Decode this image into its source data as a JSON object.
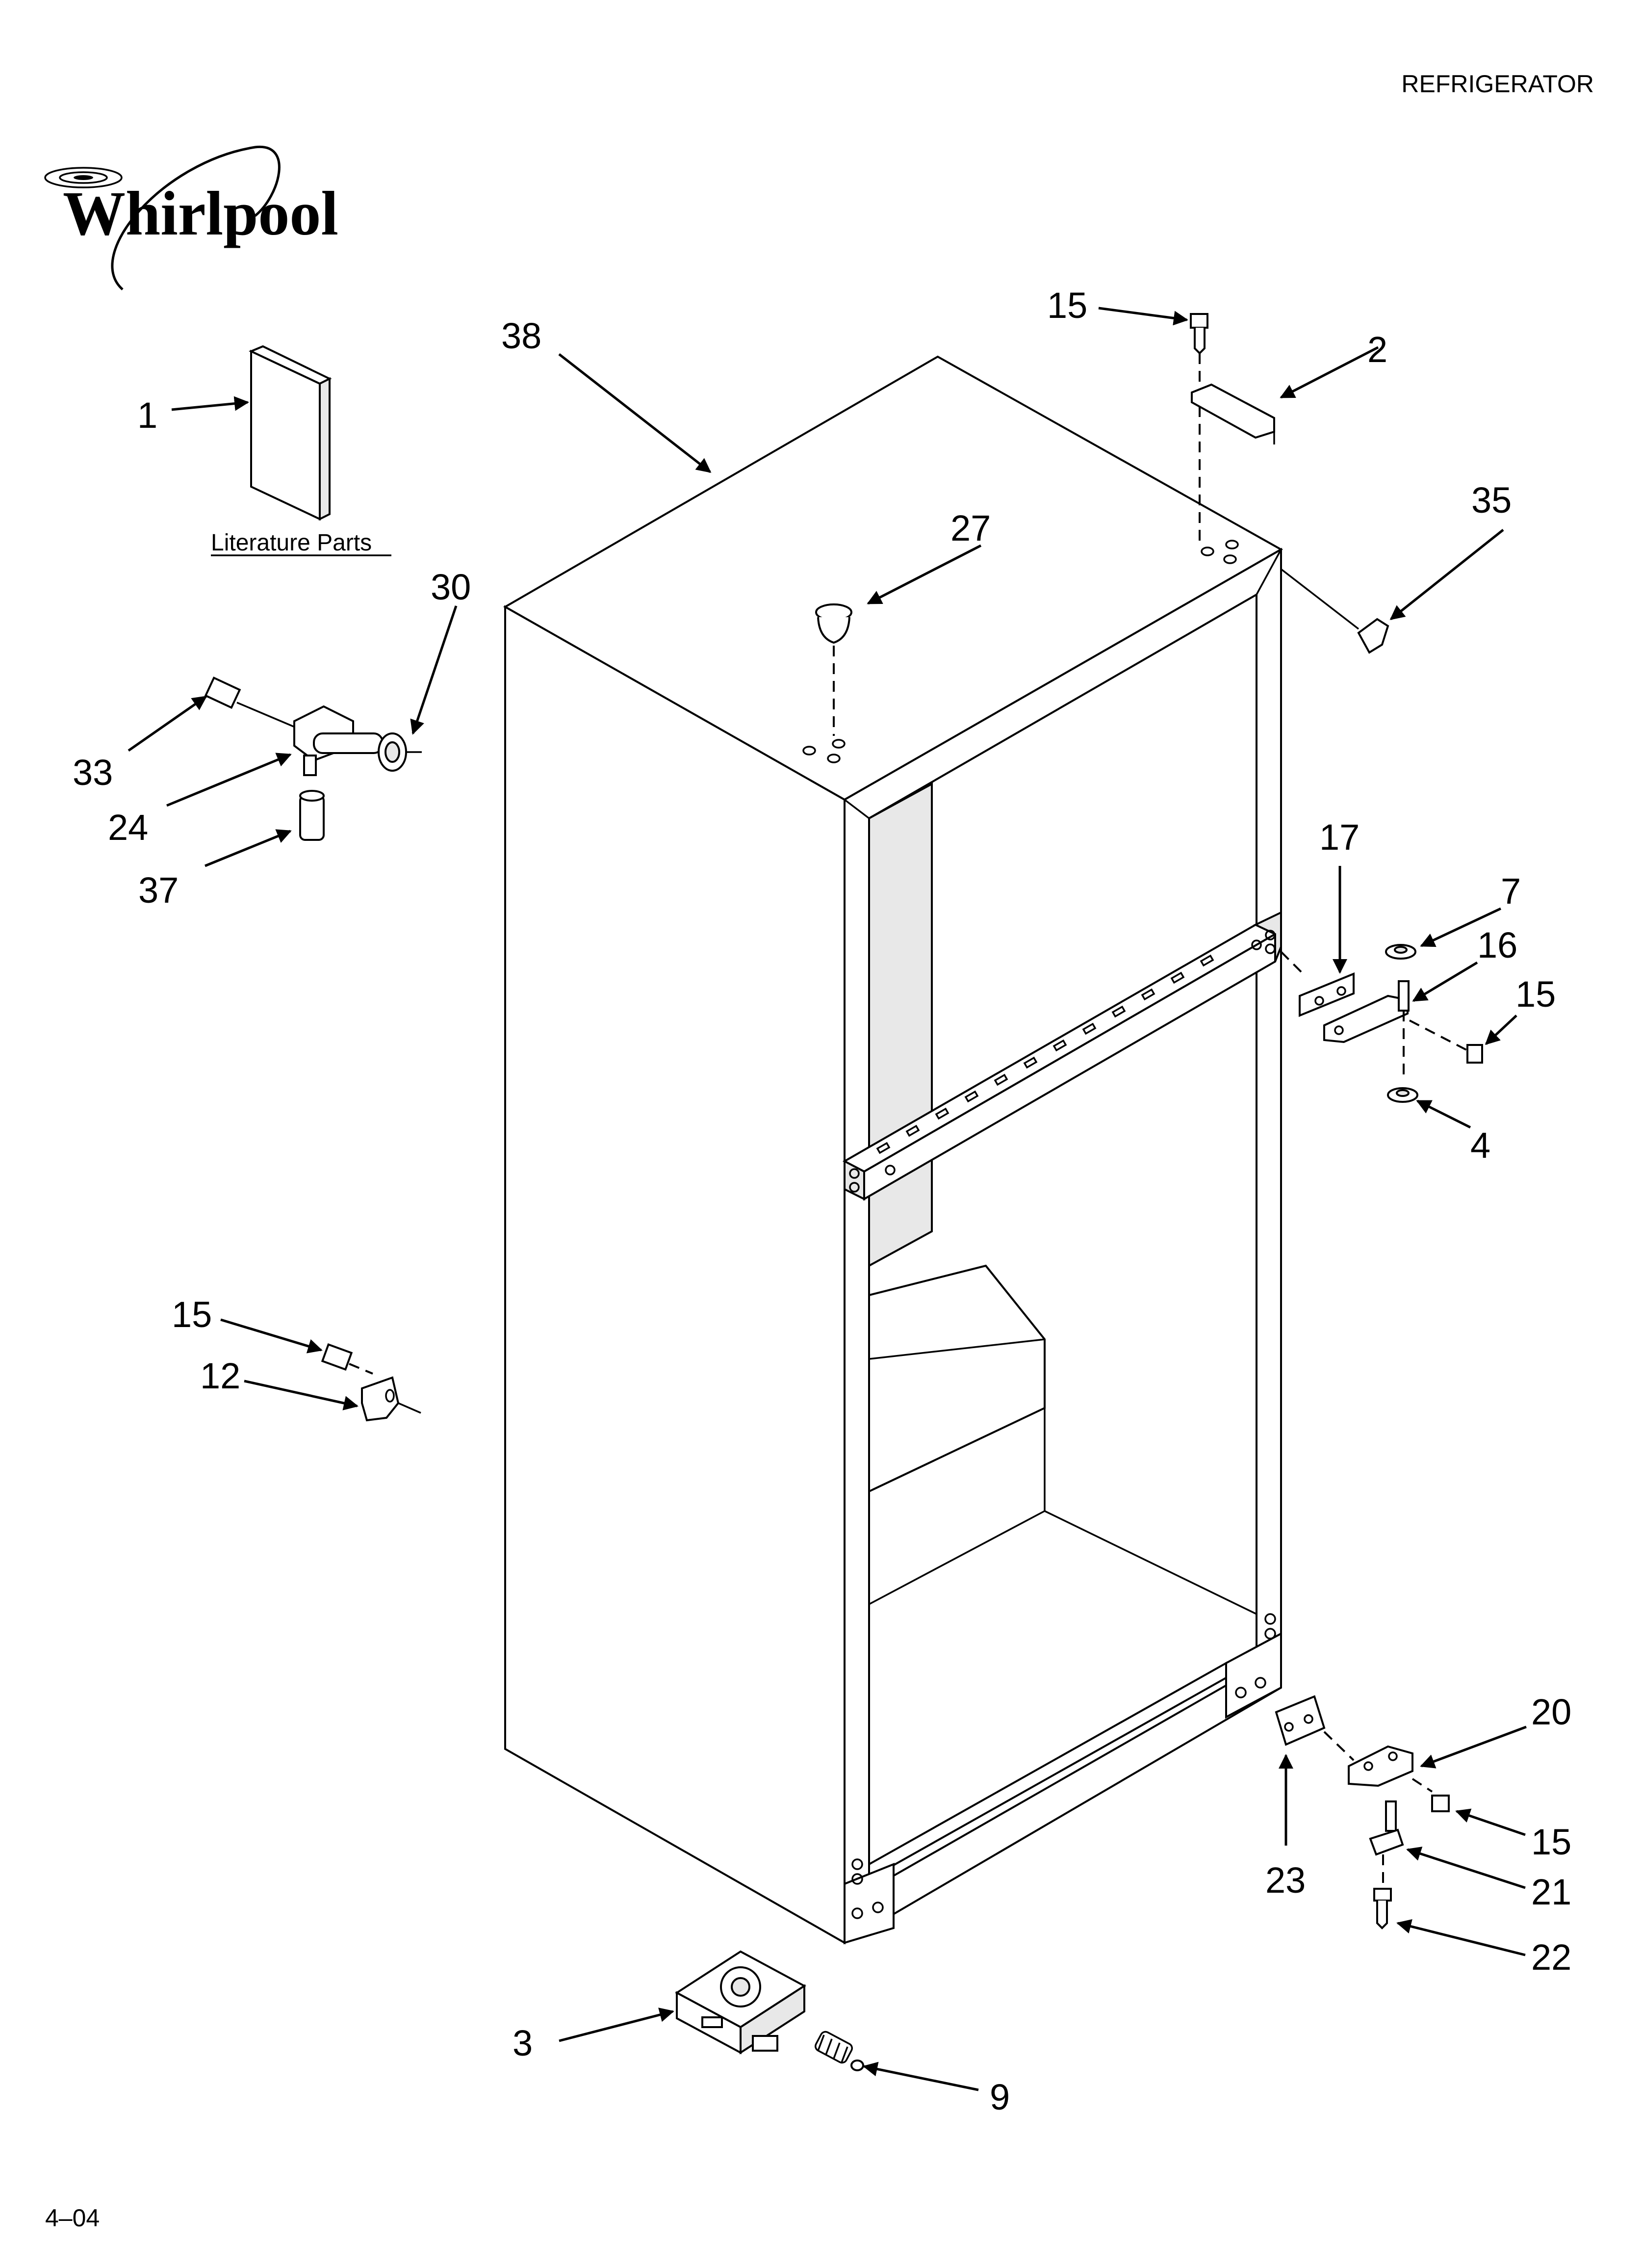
{
  "header": {
    "category": "REFRIGERATOR",
    "brand": "Whirlpool"
  },
  "footer": {
    "date_code": "4–04"
  },
  "literature": {
    "caption": "Literature Parts"
  },
  "callouts": {
    "c1": "1",
    "c2": "2",
    "c3": "3",
    "c4": "4",
    "c7": "7",
    "c9": "9",
    "c12": "12",
    "c15a": "15",
    "c15b": "15",
    "c15c": "15",
    "c15d": "15",
    "c16": "16",
    "c17": "17",
    "c20": "20",
    "c21": "21",
    "c22": "22",
    "c23": "23",
    "c24": "24",
    "c27": "27",
    "c30": "30",
    "c33": "33",
    "c35": "35",
    "c37": "37",
    "c38": "38"
  }
}
